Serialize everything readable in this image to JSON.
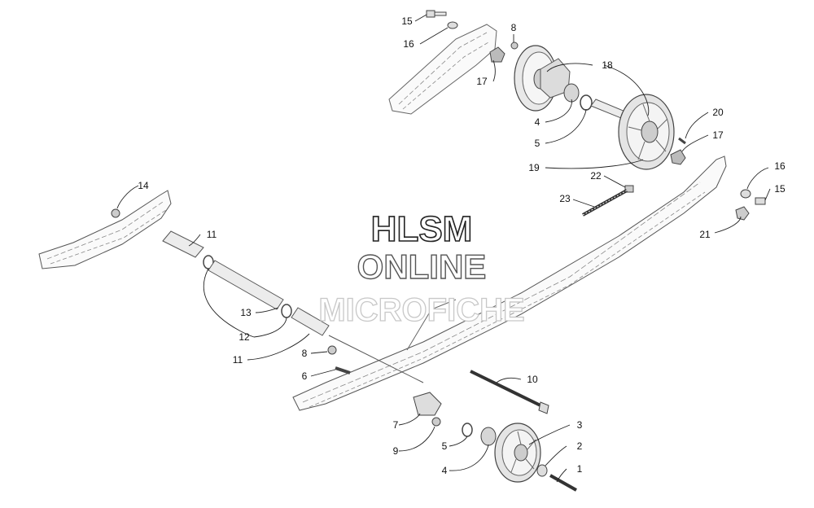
{
  "watermark": {
    "line1": "HLSM",
    "line2": "ONLINE",
    "line3": "MICROFICHE"
  },
  "callouts": [
    {
      "id": "c15a",
      "label": "15"
    },
    {
      "id": "c16a",
      "label": "16"
    },
    {
      "id": "c8a",
      "label": "8"
    },
    {
      "id": "c18",
      "label": "18"
    },
    {
      "id": "c17a",
      "label": "17"
    },
    {
      "id": "c4a",
      "label": "4"
    },
    {
      "id": "c5a",
      "label": "5"
    },
    {
      "id": "c19",
      "label": "19"
    },
    {
      "id": "c20",
      "label": "20"
    },
    {
      "id": "c17b",
      "label": "17"
    },
    {
      "id": "c22",
      "label": "22"
    },
    {
      "id": "c23",
      "label": "23"
    },
    {
      "id": "c16b",
      "label": "16"
    },
    {
      "id": "c15b",
      "label": "15"
    },
    {
      "id": "c21",
      "label": "21"
    },
    {
      "id": "c14",
      "label": "14"
    },
    {
      "id": "c11a",
      "label": "11"
    },
    {
      "id": "c13",
      "label": "13"
    },
    {
      "id": "c12",
      "label": "12"
    },
    {
      "id": "c11b",
      "label": "11"
    },
    {
      "id": "c8b",
      "label": "8"
    },
    {
      "id": "c6",
      "label": "6"
    },
    {
      "id": "c10",
      "label": "10"
    },
    {
      "id": "c7",
      "label": "7"
    },
    {
      "id": "c9",
      "label": "9"
    },
    {
      "id": "c3",
      "label": "3"
    },
    {
      "id": "c5b",
      "label": "5"
    },
    {
      "id": "c2",
      "label": "2"
    },
    {
      "id": "c4b",
      "label": "4"
    },
    {
      "id": "c1",
      "label": "1"
    }
  ]
}
